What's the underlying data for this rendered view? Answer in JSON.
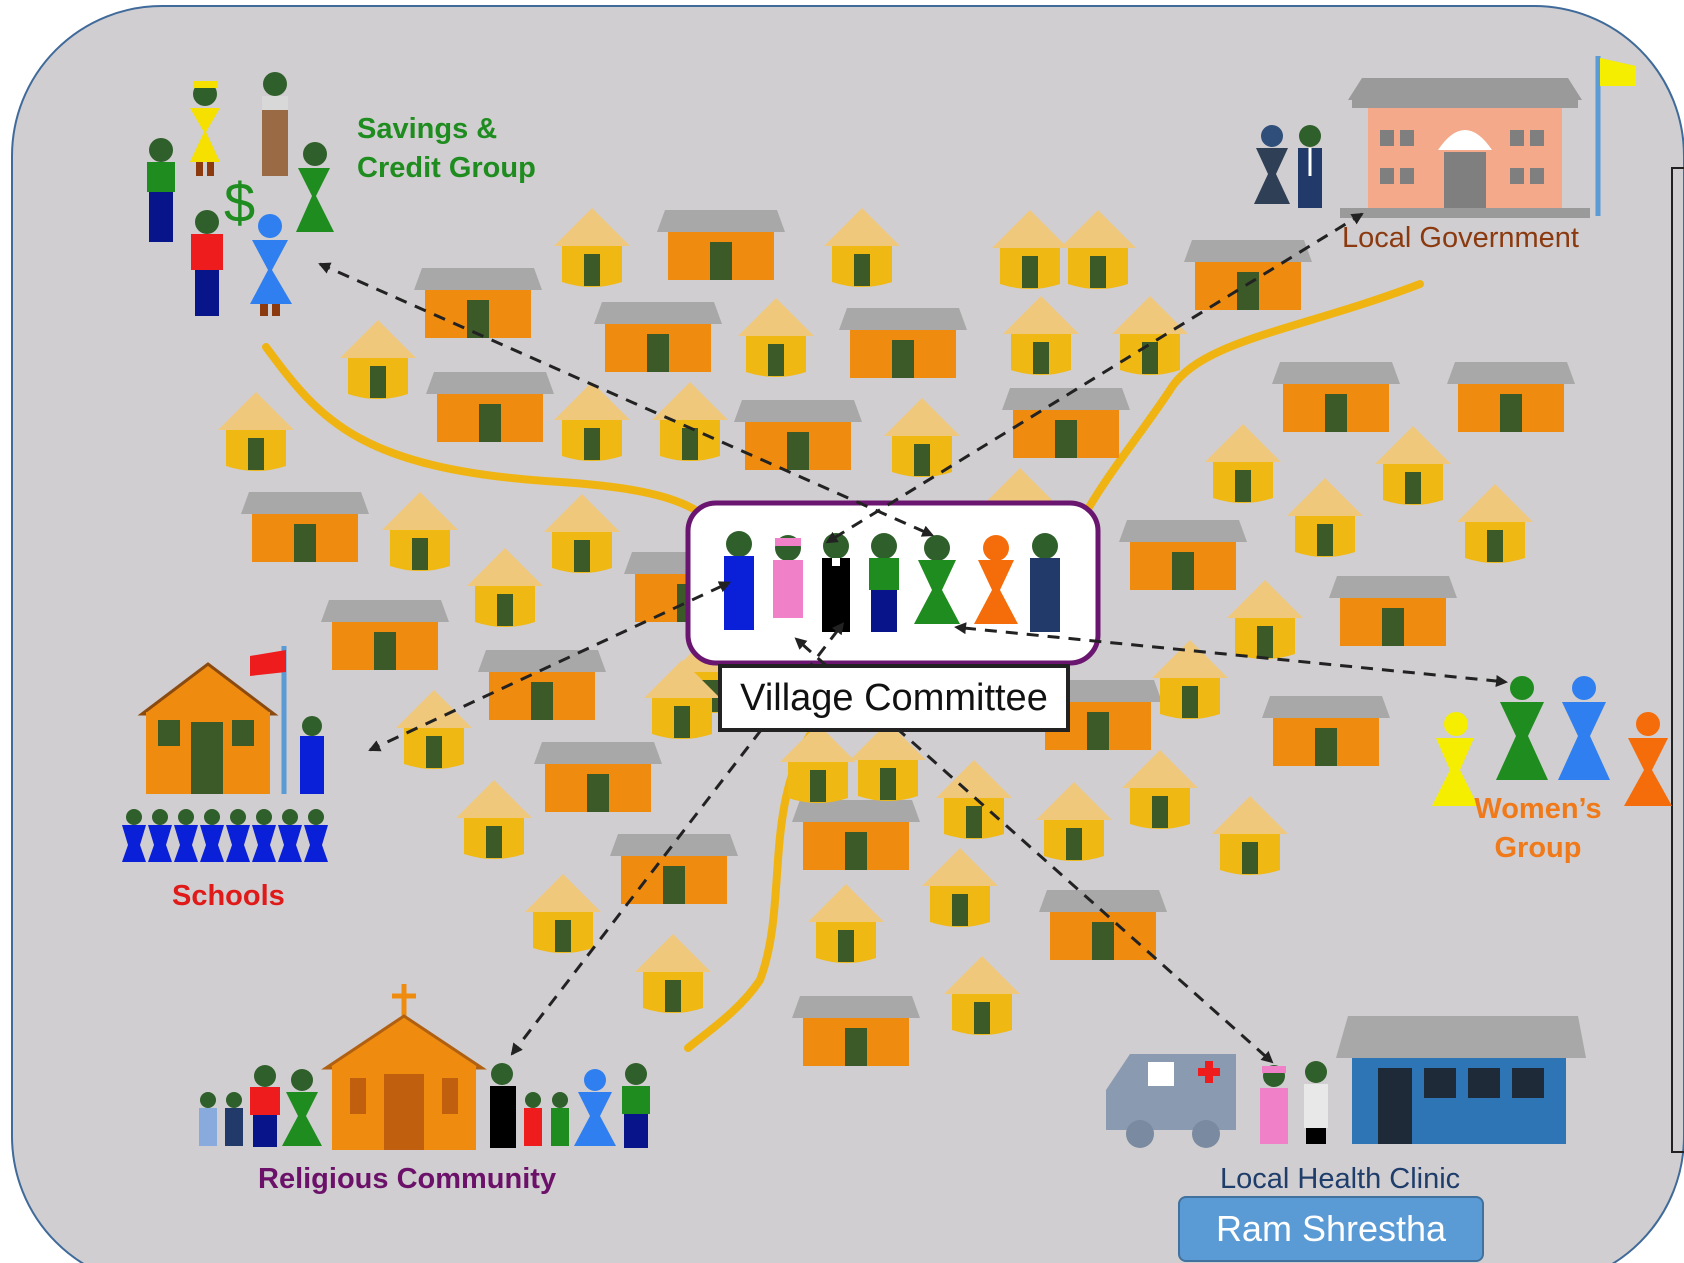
{
  "groups": {
    "savings": {
      "line1": "Savings &",
      "line2": "Credit Group"
    },
    "government": {
      "label": "Local Government"
    },
    "women": {
      "line1": "Women’s",
      "line2": "Group"
    },
    "schools": {
      "label": "Schools"
    },
    "religious": {
      "label": "Religious Community"
    },
    "clinic": {
      "label": "Local Health Clinic"
    },
    "committee": {
      "label": "Village Committee"
    }
  },
  "badge": {
    "name": "Ram Shrestha"
  },
  "icons": {
    "dollar": "$",
    "cross": "+"
  },
  "colors": {
    "background": "#d0ced0",
    "hut_wall": "#f0b812",
    "hut_roof": "#f0c87c",
    "house_wall": "#ef8c10",
    "house_roof": "#a8a8a8",
    "door": "#3c5a28",
    "road": "#f0b412",
    "savings_text": "#1e8c1e",
    "govt_text": "#8b3a10",
    "women_text": "#f07a1a",
    "schools_text": "#e01919",
    "religious_text": "#6c1169",
    "clinic_text": "#1f3d6b",
    "committee_border": "#6a1670",
    "badge_fill": "#5b9bd5"
  }
}
